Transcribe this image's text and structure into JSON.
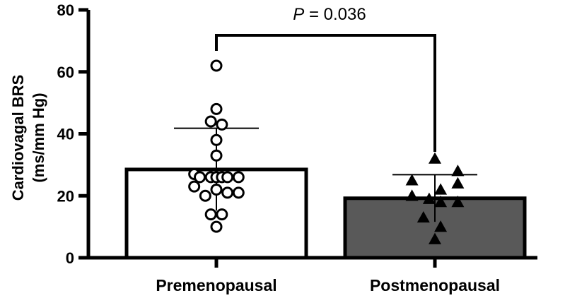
{
  "chart_data": {
    "type": "bar",
    "ylabel_lines": [
      "Cardiovagal BRS",
      "(ms/mm Hg)"
    ],
    "ylim": [
      0,
      80
    ],
    "yticks": [
      "0",
      "20",
      "40",
      "60",
      "80"
    ],
    "categories": [
      "Premenopausal",
      "Postmenopausal"
    ],
    "values": [
      28.5,
      19.2
    ],
    "sd_upper": [
      41.8,
      26.8
    ],
    "sd_lower": [
      15.2,
      11.6
    ],
    "bar_colors": [
      "#ffffff",
      "#595959"
    ],
    "points": [
      {
        "marker": "circle",
        "data": [
          {
            "dx": 0,
            "y": 62
          },
          {
            "dx": 0,
            "y": 48
          },
          {
            "dx": -0.3,
            "y": 44
          },
          {
            "dx": 0.3,
            "y": 43
          },
          {
            "dx": 0,
            "y": 38
          },
          {
            "dx": 0,
            "y": 33
          },
          {
            "dx": -1.2,
            "y": 27
          },
          {
            "dx": -0.9,
            "y": 26
          },
          {
            "dx": -0.3,
            "y": 26
          },
          {
            "dx": 0,
            "y": 26
          },
          {
            "dx": 0.3,
            "y": 26
          },
          {
            "dx": 0.6,
            "y": 26
          },
          {
            "dx": 1.2,
            "y": 26
          },
          {
            "dx": -1.2,
            "y": 23
          },
          {
            "dx": -0.6,
            "y": 20
          },
          {
            "dx": 0,
            "y": 22
          },
          {
            "dx": 0.6,
            "y": 21
          },
          {
            "dx": 1.2,
            "y": 21
          },
          {
            "dx": -0.3,
            "y": 14
          },
          {
            "dx": 0.3,
            "y": 14
          },
          {
            "dx": 0,
            "y": 10
          }
        ]
      },
      {
        "marker": "triangle",
        "data": [
          {
            "dx": 0,
            "y": 32
          },
          {
            "dx": 1.2,
            "y": 28
          },
          {
            "dx": -1.2,
            "y": 25
          },
          {
            "dx": 1.2,
            "y": 24
          },
          {
            "dx": 0.3,
            "y": 22
          },
          {
            "dx": -1.2,
            "y": 20
          },
          {
            "dx": -0.3,
            "y": 19
          },
          {
            "dx": 0.3,
            "y": 18
          },
          {
            "dx": 1.2,
            "y": 18
          },
          {
            "dx": -0.6,
            "y": 13
          },
          {
            "dx": 0.3,
            "y": 10
          },
          {
            "dx": 0,
            "y": 6
          }
        ]
      }
    ],
    "annotation": {
      "p_italic": "P",
      "p_rest": " = 0.036"
    }
  }
}
